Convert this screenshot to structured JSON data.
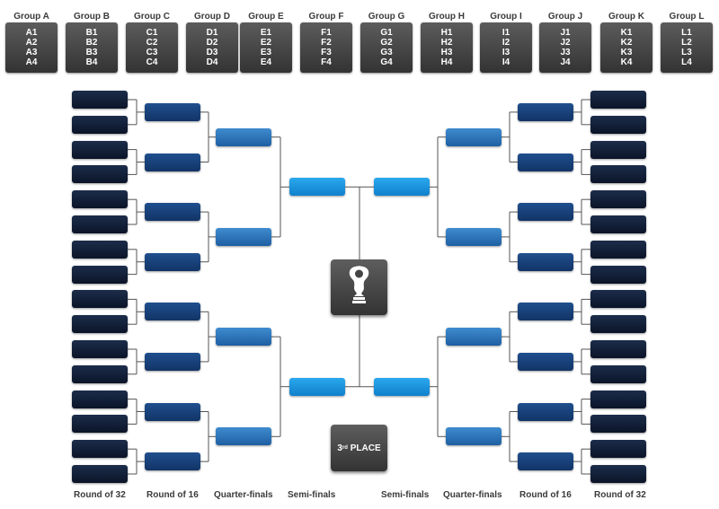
{
  "groups": [
    {
      "label": "Group A",
      "teams": [
        "A1",
        "A2",
        "A3",
        "A4"
      ]
    },
    {
      "label": "Group B",
      "teams": [
        "B1",
        "B2",
        "B3",
        "B4"
      ]
    },
    {
      "label": "Group C",
      "teams": [
        "C1",
        "C2",
        "C3",
        "C4"
      ]
    },
    {
      "label": "Group D",
      "teams": [
        "D1",
        "D2",
        "D3",
        "D4"
      ]
    },
    {
      "label": "Group E",
      "teams": [
        "E1",
        "E2",
        "E3",
        "E4"
      ]
    },
    {
      "label": "Group F",
      "teams": [
        "F1",
        "F2",
        "F3",
        "F4"
      ]
    },
    {
      "label": "Group G",
      "teams": [
        "G1",
        "G2",
        "G3",
        "G4"
      ]
    },
    {
      "label": "Group H",
      "teams": [
        "H1",
        "H2",
        "H3",
        "H4"
      ]
    },
    {
      "label": "Group I",
      "teams": [
        "I1",
        "I2",
        "I3",
        "I4"
      ]
    },
    {
      "label": "Group J",
      "teams": [
        "J1",
        "J2",
        "J3",
        "J4"
      ]
    },
    {
      "label": "Group K",
      "teams": [
        "K1",
        "K2",
        "K3",
        "K4"
      ]
    },
    {
      "label": "Group L",
      "teams": [
        "L1",
        "L2",
        "L3",
        "L4"
      ]
    }
  ],
  "third_place": {
    "ordinal": "3",
    "suffix": "rd",
    "label": "PLACE"
  },
  "trophy": {
    "icon": "trophy-icon"
  },
  "round_labels": {
    "left_r32": "Round of 32",
    "left_r16": "Round of 16",
    "left_qf": "Quarter-finals",
    "left_sf": "Semi-finals",
    "right_sf": "Semi-finals",
    "right_qf": "Quarter-finals",
    "right_r16": "Round of 16",
    "right_r32": "Round of 32"
  },
  "colors": {
    "round_of_32": "#0f1a33",
    "round_of_16": "#17427a",
    "quarter_finals": "#2f76ba",
    "semi_finals": "#1b96e0",
    "group_card": "#444444",
    "connector": "#555555"
  }
}
